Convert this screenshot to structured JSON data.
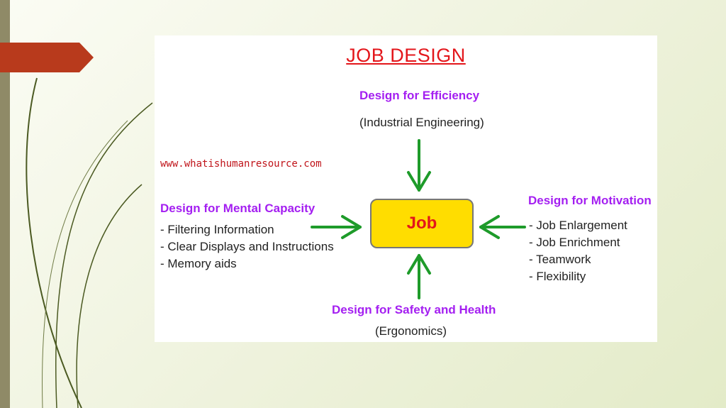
{
  "title": "JOB DESIGN",
  "watermark": "www.whatishumanresource.com",
  "center": "Job",
  "top": {
    "heading": "Design for Efficiency",
    "sub": "(Industrial Engineering)"
  },
  "left": {
    "heading": "Design for Mental Capacity",
    "items": [
      "- Filtering Information",
      "- Clear Displays and Instructions",
      "- Memory aids"
    ]
  },
  "right": {
    "heading": "Design for Motivation",
    "items": [
      "- Job Enlargement",
      "- Job Enrichment",
      "- Teamwork",
      "- Flexibility"
    ]
  },
  "bottom": {
    "heading": "Design for Safety and Health",
    "sub": "(Ergonomics)"
  },
  "colors": {
    "heading": "#a41ff1",
    "title": "#e3161b",
    "arrow": "#1e9b2a",
    "job_box": "#ffdd00",
    "accent_tab": "#b83a1c"
  }
}
